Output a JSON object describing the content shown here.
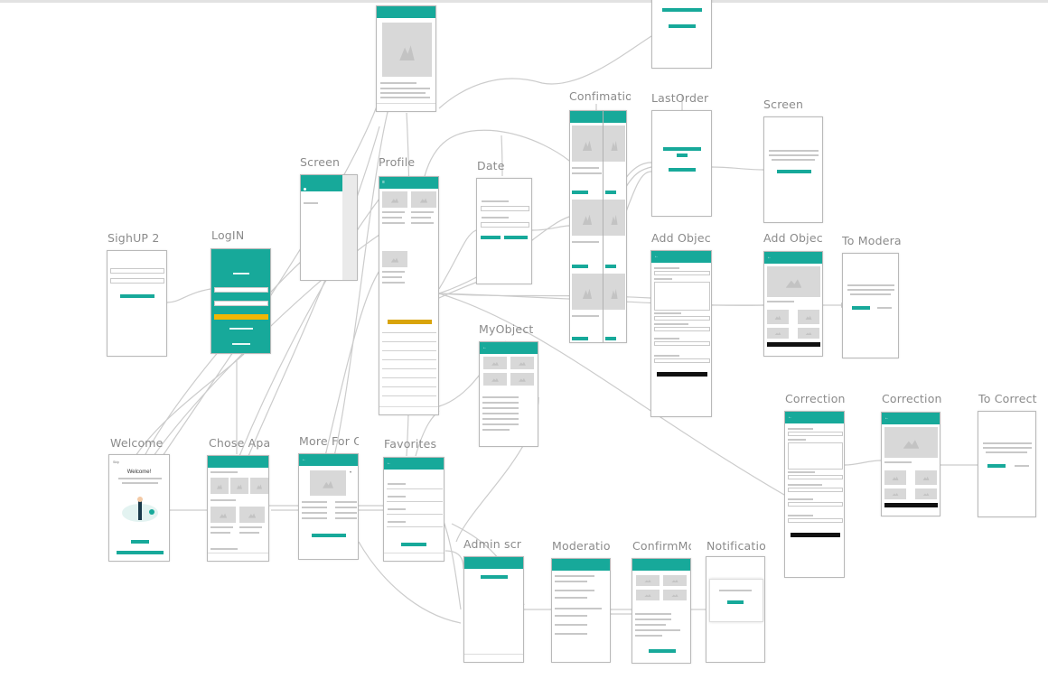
{
  "labels": {
    "signup2": "SighUP 2",
    "login": "LogIN",
    "screen_menu": "Screen",
    "profile": "Profile",
    "date": "Date",
    "confirmation": "Confimatio",
    "last_order": "LastOrder",
    "screen_right": "Screen",
    "add_object": "Add Objec",
    "add_object_photo": "Add Objec",
    "to_moderation": "To Modera",
    "my_objects": "MyObject",
    "welcome": "Welcome",
    "choose_apartment": "Chose Apa",
    "more_for": "More For O",
    "favorites": "Favorites",
    "correction": "Correction",
    "correction_photo": "Correction",
    "to_correction": "To Correct",
    "admin_screen": "Admin scr",
    "moderation": "Moderatio",
    "confirm_moderation": "ConfirmMo",
    "notification": "Notificatio"
  },
  "welcome_screen": {
    "title": "Welcome!"
  },
  "colors": {
    "accent": "#17a99a",
    "warning": "#f2b705",
    "wire": "#cccccc",
    "frame_border": "#b9b9b9",
    "label": "#8b8b8b"
  },
  "icons": {
    "image_placeholder": "image-placeholder-icon",
    "back": "arrow-left-icon",
    "menu": "hamburger-menu-icon",
    "heart": "heart-icon"
  }
}
